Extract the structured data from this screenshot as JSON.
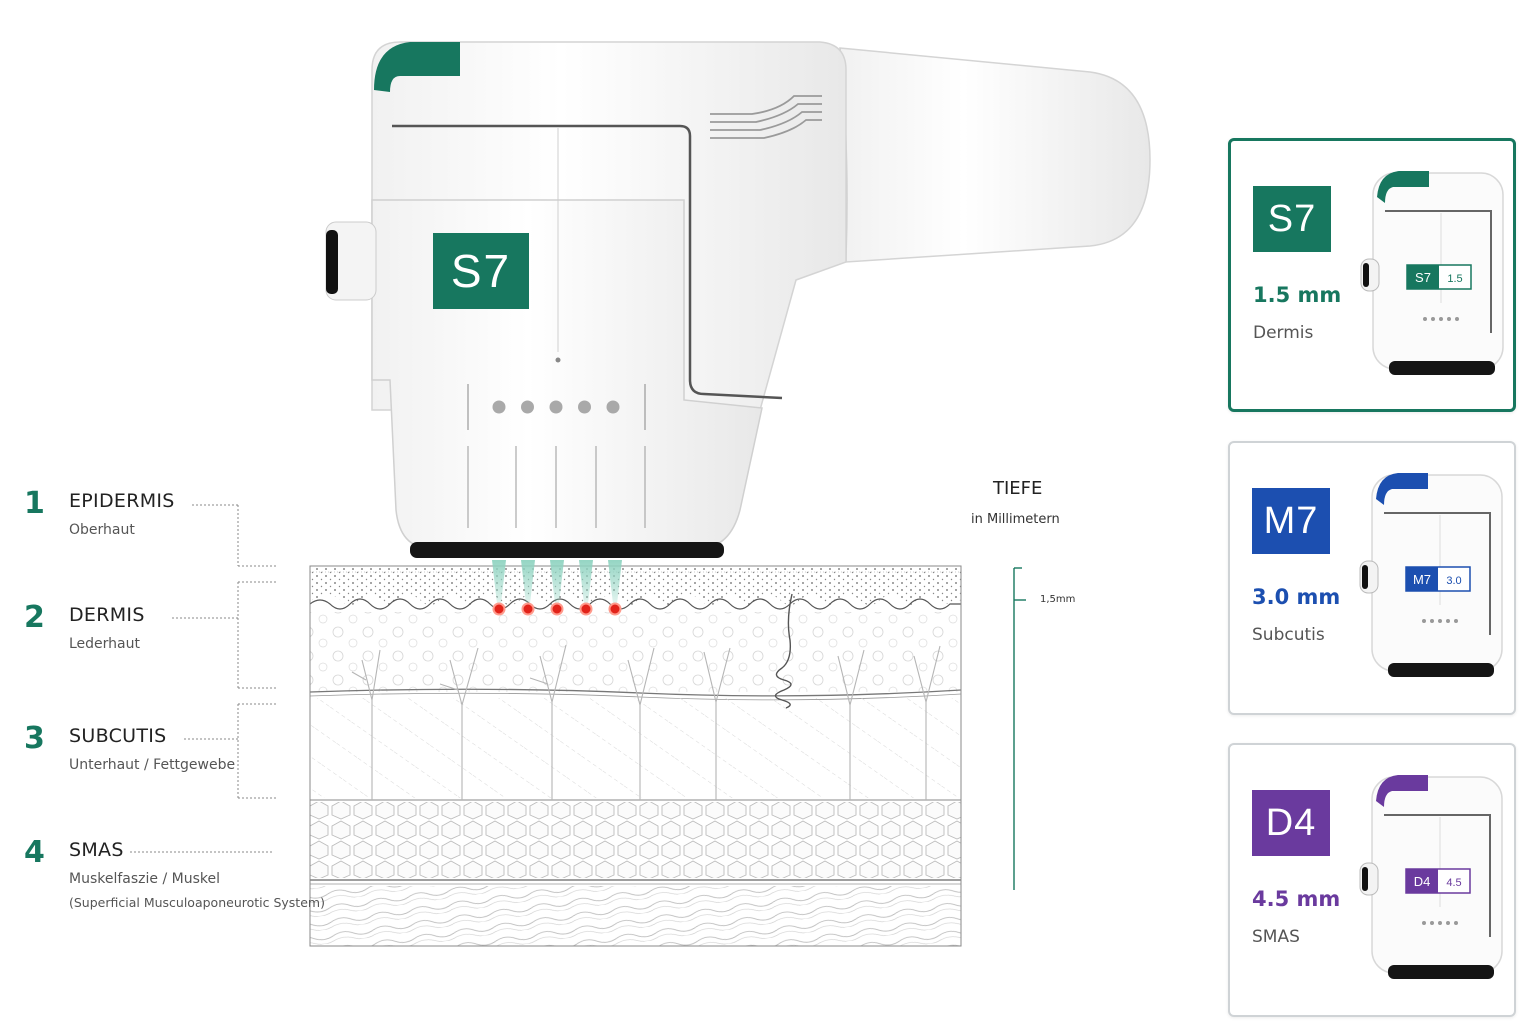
{
  "colors": {
    "teal": "#17775f",
    "blue": "#1c4fb0",
    "purple": "#6a3a9e",
    "red": "#e2231a",
    "beam": "#8fd3c0"
  },
  "device": {
    "badge": "S7",
    "indicator_dots": 5,
    "icon": "ultrasound-handpiece-icon"
  },
  "layers": [
    {
      "num": "1",
      "name": "EPIDERMIS",
      "sub": "Oberhaut"
    },
    {
      "num": "2",
      "name": "DERMIS",
      "sub": "Lederhaut"
    },
    {
      "num": "3",
      "name": "SUBCUTIS",
      "sub": "Unterhaut / Fettgewebe"
    },
    {
      "num": "4",
      "name": "SMAS",
      "sub": "Muskelfaszie / Muskel",
      "sub2": "(Superficial Musculoaponeurotic System)"
    }
  ],
  "depth": {
    "title": "TIEFE",
    "subtitle": "in Millimetern",
    "marker": "1,5mm"
  },
  "cartridges": [
    {
      "code": "S7",
      "depth_label": "1.5 mm",
      "depth_value": "1.5",
      "layer": "Dermis",
      "color": "#17775f",
      "active": true
    },
    {
      "code": "M7",
      "depth_label": "3.0 mm",
      "depth_value": "3.0",
      "layer": "Subcutis",
      "color": "#1c4fb0",
      "active": false
    },
    {
      "code": "D4",
      "depth_label": "4.5 mm",
      "depth_value": "4.5",
      "layer": "SMAS",
      "color": "#6a3a9e",
      "active": false
    }
  ]
}
